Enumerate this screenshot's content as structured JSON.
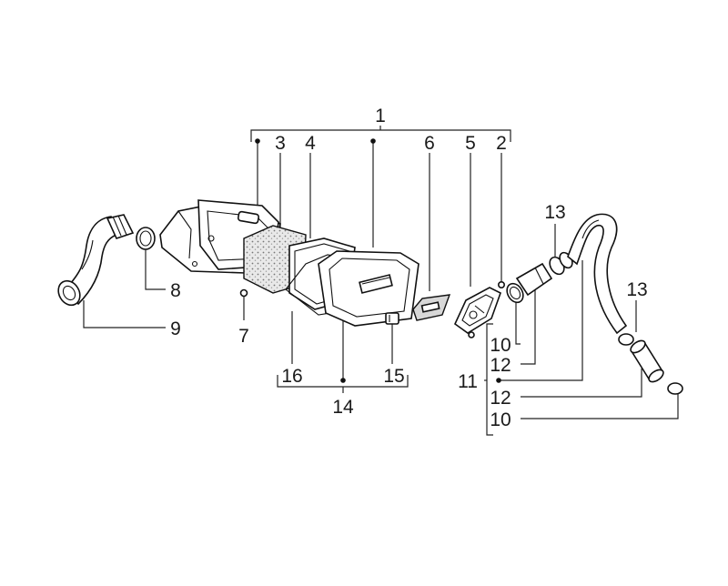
{
  "diagram": {
    "callouts": [
      {
        "id": "c1",
        "label": "1"
      },
      {
        "id": "c2",
        "label": "2"
      },
      {
        "id": "c3",
        "label": "3"
      },
      {
        "id": "c4",
        "label": "4"
      },
      {
        "id": "c5",
        "label": "5"
      },
      {
        "id": "c6",
        "label": "6"
      },
      {
        "id": "c7",
        "label": "7"
      },
      {
        "id": "c8",
        "label": "8"
      },
      {
        "id": "c9",
        "label": "9"
      },
      {
        "id": "c10a",
        "label": "10"
      },
      {
        "id": "c10b",
        "label": "10"
      },
      {
        "id": "c11",
        "label": "11"
      },
      {
        "id": "c12a",
        "label": "12"
      },
      {
        "id": "c12b",
        "label": "12"
      },
      {
        "id": "c13a",
        "label": "13"
      },
      {
        "id": "c13b",
        "label": "13"
      },
      {
        "id": "c14",
        "label": "14"
      },
      {
        "id": "c15",
        "label": "15"
      },
      {
        "id": "c16",
        "label": "16"
      }
    ]
  }
}
